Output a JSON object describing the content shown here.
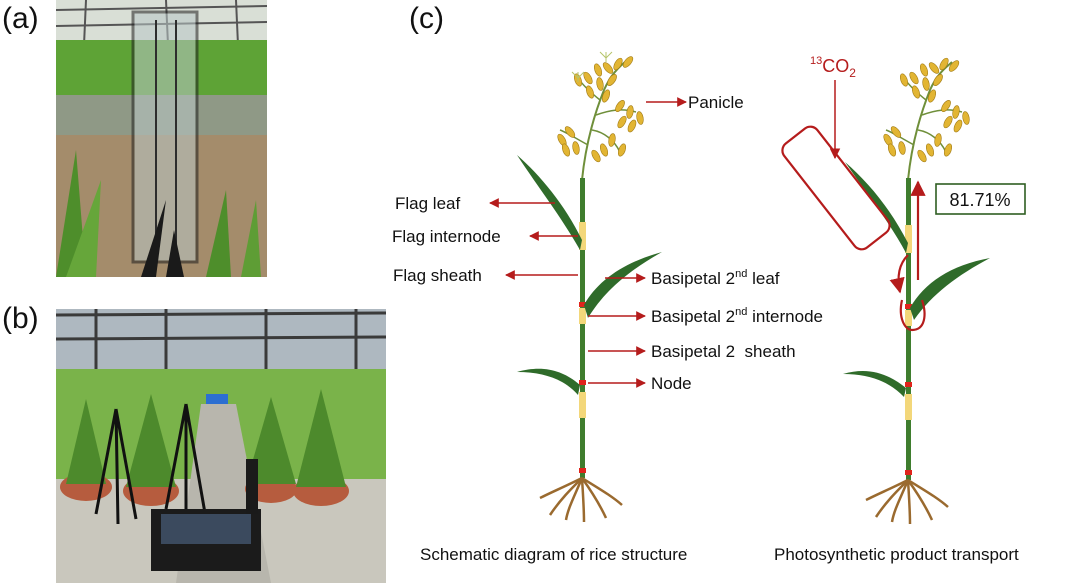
{
  "panels": {
    "a": "(a)",
    "b": "(b)",
    "c": "(c)"
  },
  "labels": {
    "panicle": "Panicle",
    "flag_leaf": "Flag leaf",
    "flag_internode": "Flag internode",
    "flag_sheath": "Flag sheath",
    "basipetal_leaf_pre": "Basipetal 2",
    "basipetal_leaf_sup": "nd",
    "basipetal_leaf_post": " leaf",
    "basipetal_internode_pre": "Basipetal 2",
    "basipetal_internode_sup": "nd",
    "basipetal_internode_post": " internode",
    "basipetal_sheath": "Basipetal 2  sheath",
    "node": "Node"
  },
  "tracer": {
    "mass_number": "13",
    "formula": "CO",
    "subscript": "2",
    "percent": "81.71%"
  },
  "captions": {
    "left": "Schematic diagram of rice structure",
    "right": "Photosynthetic product transport"
  },
  "colors": {
    "arrow": "#b51c1c",
    "stem": "#3f7d2e",
    "leaf": "#2f6b2a",
    "internode": "#f3d77a",
    "node": "#e0241c",
    "grain": "#e2b533",
    "root": "#9a6a2f",
    "box": "#2f5e22"
  }
}
